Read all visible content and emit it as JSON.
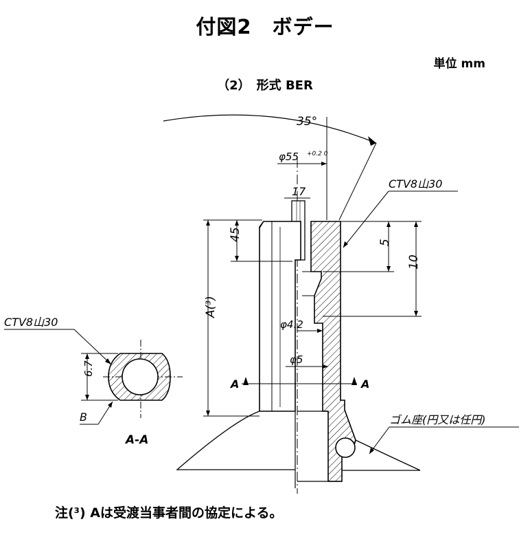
{
  "title": "付図2　ボデー",
  "unit": "単位  mm",
  "subtitle": "（2）　形式  BER",
  "note": "注(³)  Aは受渡当事者間の協定による。",
  "labels": {
    "angle": "35°",
    "dia55": "φ55",
    "dia55_tol": "+0.2 0",
    "dim17": "17",
    "ctv_top": "CTV8山30",
    "dim45": "45",
    "dim5": "5",
    "dim10": "10",
    "dimA": "A(³)",
    "dia42": "φ4.2",
    "dia5": "φ5",
    "section_a_left": "A",
    "section_a_right": "A",
    "rubber_seat": "ゴム座(円又は任円)",
    "ctv_left": "CTV8山30",
    "dim67": "6.7",
    "label_b": "B",
    "section_view": "A-A"
  }
}
